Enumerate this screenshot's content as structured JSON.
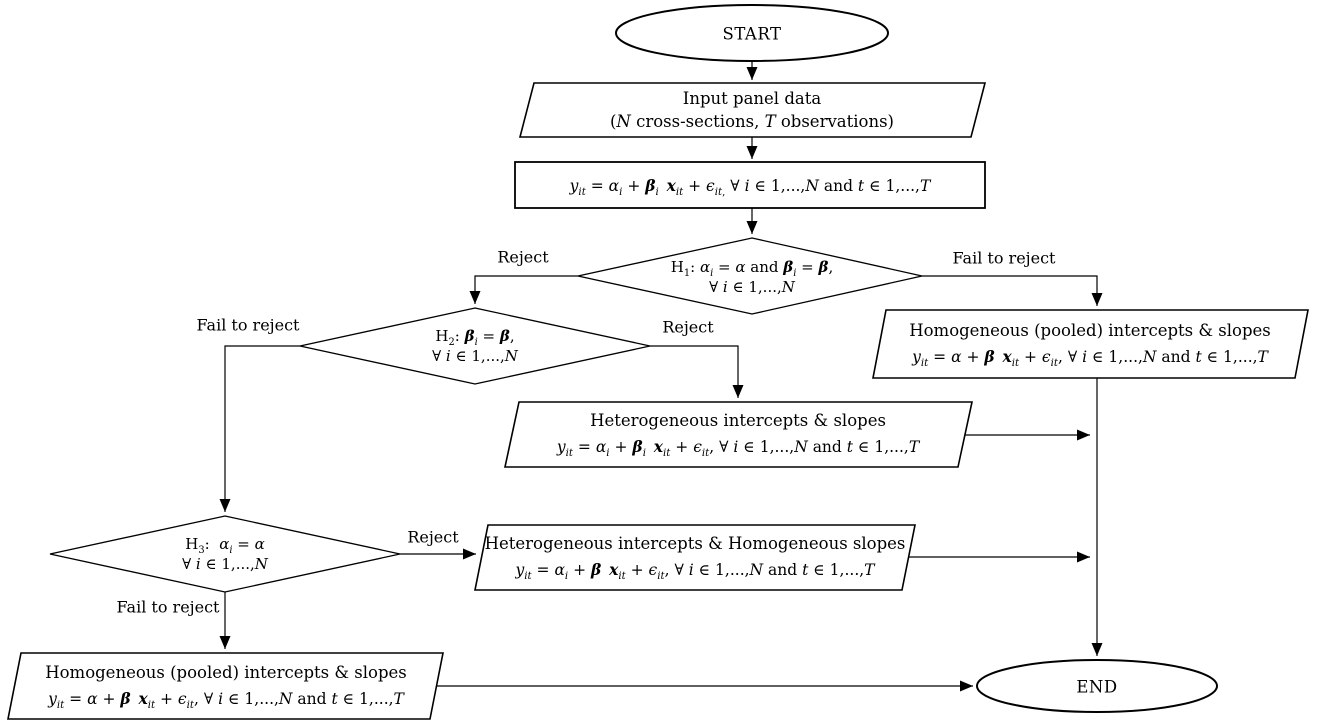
{
  "diagram": {
    "colors": {
      "line": "#000000",
      "fill": "#ffffff",
      "background": "#ffffff",
      "text": "#000000"
    },
    "nodes": {
      "start": {
        "shape": "ellipse",
        "label": "START"
      },
      "input": {
        "shape": "parallelogram",
        "line1": "Input panel data",
        "line2": "(*N* cross-sections, *T* observations)"
      },
      "model": {
        "shape": "rectangle",
        "equation": "*y*_{*it*} = *α*_{*i*} + **β**_{*i*} **x**_{*it*} + *ϵ*_{*it*,} ∀ *i* ∈ 1,...,*N* and *t* ∈ 1,...,*T*"
      },
      "h1": {
        "shape": "diamond",
        "line1": "H_{1}: *α*_{*i*} = *α* and **β**_{*i*} = **β**,",
        "line2": "∀ *i* ∈ 1,...,*N*"
      },
      "h2": {
        "shape": "diamond",
        "line1": "H_{2}: **β**_{*i*} = **β**,",
        "line2": "∀ *i* ∈ 1,...,*N*"
      },
      "h3": {
        "shape": "diamond",
        "line1": "H_{3}:  *α*_{*i*} = *α*",
        "line2": "∀ *i* ∈ 1,...,*N*"
      },
      "pooled_right": {
        "shape": "parallelogram",
        "title": "Homogeneous (pooled) intercepts & slopes",
        "equation": "*y*_{*it*} = *α* + **β** **x**_{*it*} + *ϵ*_{*it*}, ∀ *i* ∈ 1,...,*N* and *t* ∈ 1,...,*T*"
      },
      "heterogeneous": {
        "shape": "parallelogram",
        "title": "Heterogeneous intercepts & slopes",
        "equation": "*y*_{*it*} = *α*_{*i*} + **β**_{*i*} **x**_{*it*} + *ϵ*_{*it*}, ∀ *i* ∈ 1,...,*N* and *t* ∈ 1,...,*T*"
      },
      "het_intercepts_hom_slopes": {
        "shape": "parallelogram",
        "title": "Heterogeneous intercepts & Homogeneous slopes",
        "equation": "*y*_{*it*} = *α*_{*i*} + **β** **x**_{*it*} + *ϵ*_{*it*}, ∀ *i* ∈ 1,...,*N* and *t* ∈ 1,...,*T*"
      },
      "pooled_bottom": {
        "shape": "parallelogram",
        "title": "Homogeneous (pooled) intercepts & slopes",
        "equation": "*y*_{*it*} = *α* + **β** **x**_{*it*} + *ϵ*_{*it*}, ∀ *i* ∈ 1,...,*N* and *t* ∈ 1,...,*T*"
      },
      "end": {
        "shape": "ellipse",
        "label": "END"
      }
    },
    "edge_labels": {
      "h1_reject": "Reject",
      "h1_fail": "Fail to reject",
      "h2_reject": "Reject",
      "h2_fail": "Fail to reject",
      "h3_reject": "Reject",
      "h3_fail": "Fail to reject"
    }
  }
}
